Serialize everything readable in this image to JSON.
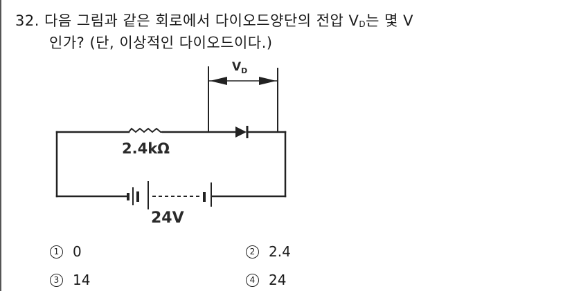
{
  "question": {
    "number": "32.",
    "line1_before_sub": "다음 그림과 같은 회로에서 다이오드양단의 전압 V",
    "line1_sub": "D",
    "line1_after_sub": "는 몇 V",
    "line2": "인가? (단, 이상적인 다이오드이다.)"
  },
  "figure": {
    "resistor_label": "2.4kΩ",
    "battery_label": "24V",
    "voltage_label_main": "V",
    "voltage_label_sub": "D"
  },
  "choices": [
    {
      "marker": "1",
      "value": "0"
    },
    {
      "marker": "2",
      "value": "2.4"
    },
    {
      "marker": "3",
      "value": "14"
    },
    {
      "marker": "4",
      "value": "24"
    }
  ]
}
